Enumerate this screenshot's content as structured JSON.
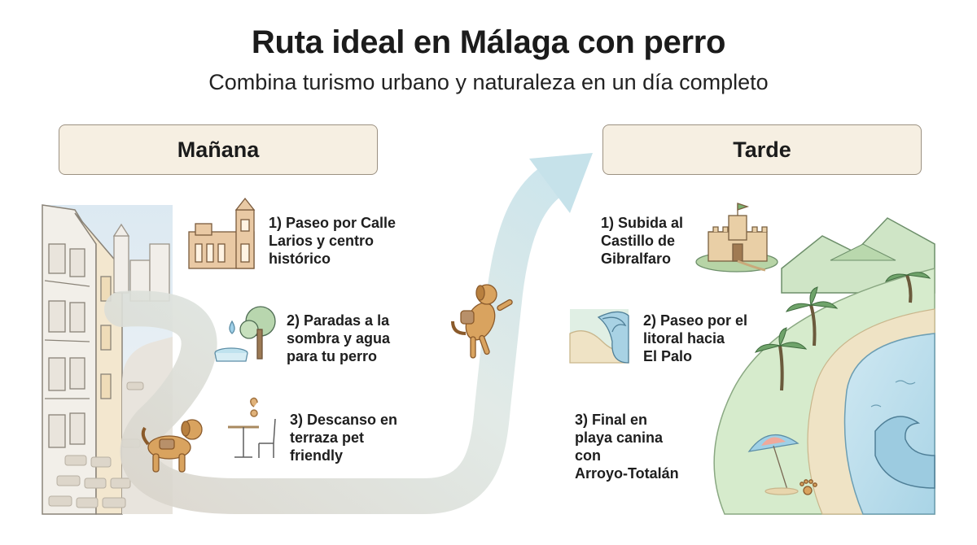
{
  "header": {
    "title": "Ruta ideal en Málaga con perro",
    "subtitle": "Combina turismo urbano y naturaleza en un día completo"
  },
  "morning": {
    "label": "Mañana",
    "steps": [
      {
        "line1": "1) Paseo por Calle",
        "line2": "Larios y centro",
        "line3": "histórico",
        "icon": "cathedral-icon"
      },
      {
        "line1": "2) Paradas a la",
        "line2": "sombra y agua",
        "line3": "para tu perro",
        "icon": "tree-water-bowl-icon"
      },
      {
        "line1": "3) Descanso en",
        "line2": "terraza pet",
        "line3": "friendly",
        "icon": "terrace-table-icon"
      }
    ]
  },
  "afternoon": {
    "label": "Tarde",
    "steps": [
      {
        "line1": "1) Subida al",
        "line2": "Castillo de",
        "line3": "Gibralfaro",
        "icon": "castle-icon"
      },
      {
        "line1": "2) Paseo por el",
        "line2": "litoral hacia",
        "line3": "El Palo",
        "icon": "coast-wave-icon"
      },
      {
        "line1": "3) Final en",
        "line2": "playa canina",
        "line3": "con",
        "line4": "Arroyo-Totalán",
        "icon": "beach-umbrella-icon"
      }
    ]
  },
  "colors": {
    "section_bg": "#f6efe2",
    "path_start": "#d9d4cb",
    "path_end": "#c9e3ea",
    "dog": "#d9a35f",
    "sea": "#bfe1ee",
    "grass": "#cfe6c4"
  }
}
